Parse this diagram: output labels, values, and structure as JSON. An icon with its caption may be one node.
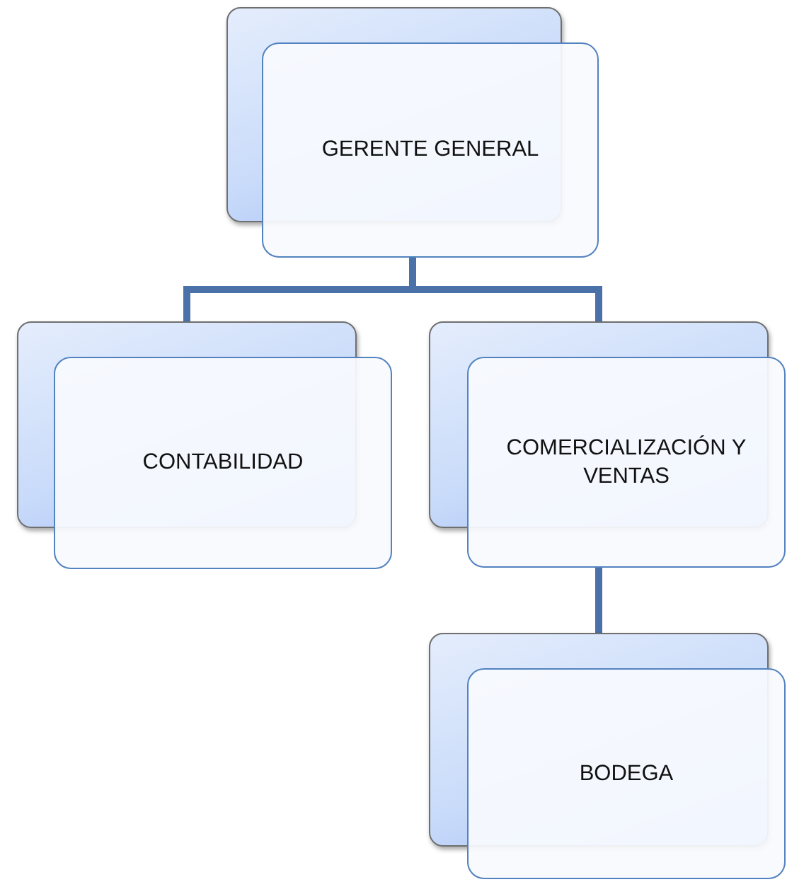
{
  "diagram": {
    "nodes": [
      {
        "text": [
          "GERENTE GENERAL"
        ]
      },
      {
        "text": [
          "CONTABILIDAD"
        ]
      },
      {
        "text": [
          "COMERCIALIZACIÓN Y VENTAS"
        ]
      },
      {
        "text": [
          "BODEGA"
        ]
      }
    ],
    "edges": [
      {
        "from": 0,
        "to": 1,
        "arrow": "none"
      },
      {
        "from": 0,
        "to": 2,
        "arrow": "none"
      },
      {
        "from": 2,
        "to": 3,
        "arrow": "none"
      }
    ]
  }
}
